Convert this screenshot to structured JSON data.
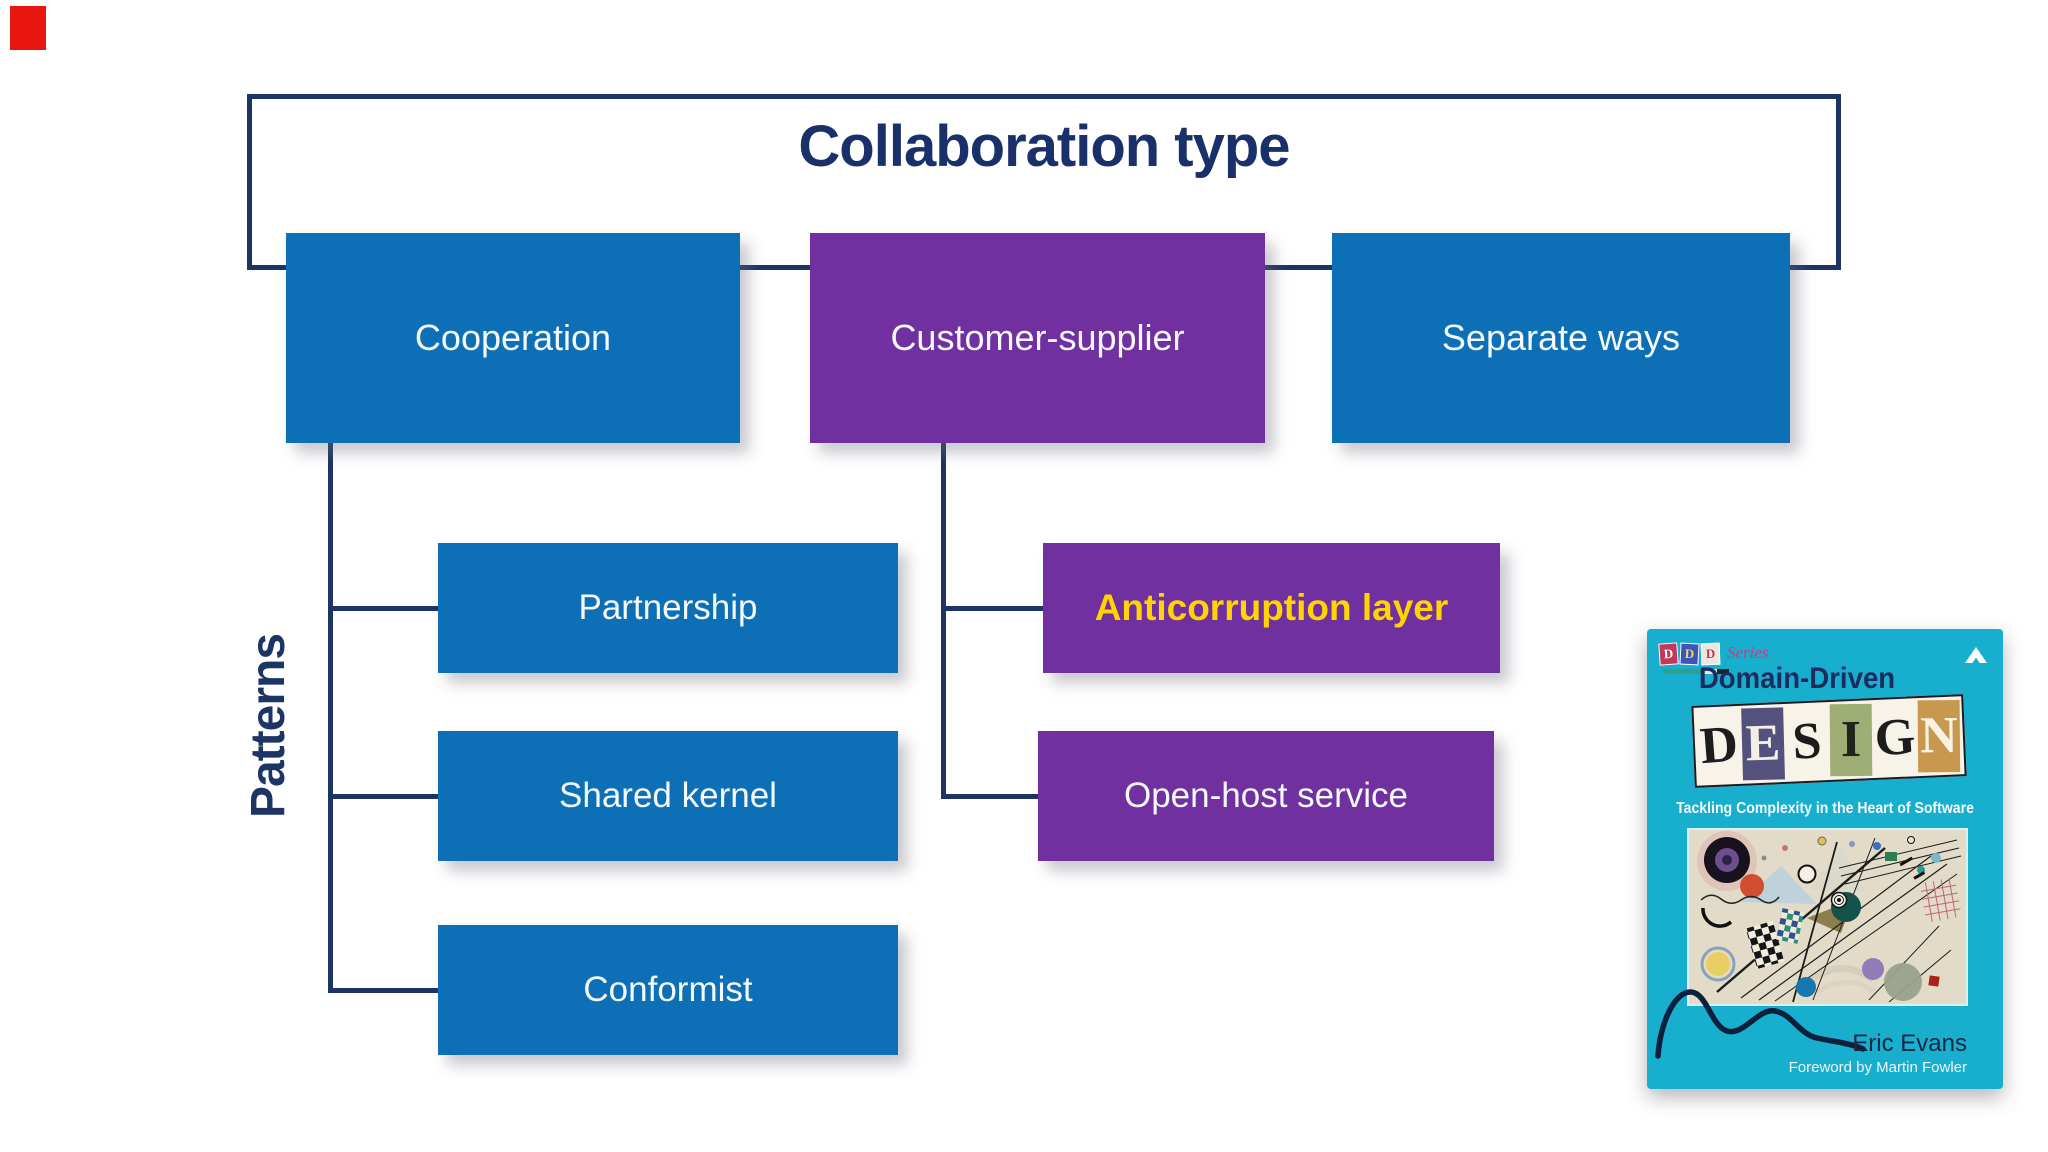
{
  "slide": {
    "background": "#ffffff"
  },
  "marker": {
    "color": "#e9170f"
  },
  "diagram": {
    "title": "Collaboration type",
    "patterns_label": "Patterns",
    "colors": {
      "navy": "#1d3564",
      "blue": "#0d70b7",
      "purple": "#7030a0",
      "yellow": "#ffd400",
      "label_text": "#f5f9fc"
    },
    "top_boxes": [
      {
        "id": "cooperation",
        "label": "Cooperation",
        "variant": "blue"
      },
      {
        "id": "customer-supplier",
        "label": "Customer-supplier",
        "variant": "purple"
      },
      {
        "id": "separate-ways",
        "label": "Separate ways",
        "variant": "blue"
      }
    ],
    "pattern_boxes": [
      {
        "id": "partnership",
        "label": "Partnership",
        "variant": "blue",
        "parent": "cooperation"
      },
      {
        "id": "shared-kernel",
        "label": "Shared kernel",
        "variant": "blue",
        "parent": "cooperation"
      },
      {
        "id": "conformist",
        "label": "Conformist",
        "variant": "blue",
        "parent": "cooperation"
      },
      {
        "id": "anticorruption-layer",
        "label": "Anticorruption layer",
        "variant": "purple",
        "text_color": "yellow",
        "parent": "customer-supplier"
      },
      {
        "id": "open-host-service",
        "label": "Open-host service",
        "variant": "purple",
        "parent": "customer-supplier"
      }
    ]
  },
  "book": {
    "colors": {
      "cover": "#18aecd",
      "title": "#1d2b5e",
      "author": "#1a2742",
      "foreword": "#edf6f2",
      "series": "#d6367e"
    },
    "series_tiles": [
      {
        "ch": "D",
        "bg": "#c2385a",
        "fg": "#ffffff"
      },
      {
        "ch": "D",
        "bg": "#3b55bd",
        "fg": "#ffd34d"
      },
      {
        "ch": "D",
        "bg": "#ece7dd",
        "fg": "#c23550"
      }
    ],
    "series_label": "Series",
    "title_line": "Domain-Driven",
    "design_tiles": [
      {
        "ch": "D",
        "bg": "#f7f3e9",
        "fg": "#1c1c1c",
        "tilt": -2
      },
      {
        "ch": "E",
        "bg": "#55517f",
        "fg": "#f3efe4",
        "tilt": 1
      },
      {
        "ch": "S",
        "bg": "#f7f3e9",
        "fg": "#1c1c1c",
        "tilt": -1
      },
      {
        "ch": "I",
        "bg": "#9fae74",
        "fg": "#20241c",
        "tilt": 2
      },
      {
        "ch": "G",
        "bg": "#f7f3e9",
        "fg": "#1c1c1c",
        "tilt": -1
      },
      {
        "ch": "N",
        "bg": "#c9984f",
        "fg": "#f8f2e3",
        "tilt": 2
      }
    ],
    "subtitle": "Tackling Complexity in the Heart of Software",
    "author": "Eric Evans",
    "foreword": "Foreword by Martin Fowler",
    "publisher_logo": "addison-wesley-mark",
    "painting": "kandinsky-composition-viii"
  }
}
